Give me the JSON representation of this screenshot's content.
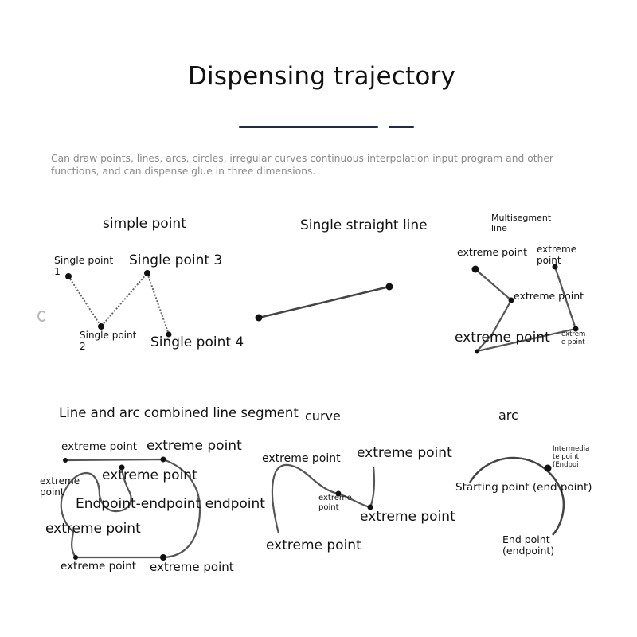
{
  "title": "Dispensing trajectory",
  "description": "Can draw points, lines, arcs, circles, irregular curves continuous interpolation input program and other functions, and can dispense glue in three dimensions.",
  "colors": {
    "accent_dark": "#1d2b4a",
    "text": "#111111",
    "muted_text": "#8a8a8a",
    "stroke": "#555555",
    "point": "#111111"
  },
  "panels": {
    "simple_point": {
      "heading": "simple point",
      "labels": [
        "Single point 1",
        "Single point 3",
        "Single point 2",
        "Single point 4"
      ]
    },
    "straight_line": {
      "heading": "Single straight line"
    },
    "multisegment": {
      "heading": "Multisegment line",
      "labels": [
        "extreme point",
        "extreme point",
        "extreme point",
        "extreme point",
        "extrem e point"
      ]
    },
    "line_arc": {
      "heading": "Line and arc combined line segment",
      "labels": [
        "extreme point",
        "extreme point",
        "extreme point",
        "extreme point",
        "Endpoint-endpoint endpoint",
        "extreme point",
        "extreme point",
        "extreme point"
      ]
    },
    "curve": {
      "heading": "curve",
      "labels": [
        "extreme point",
        "extreme point",
        "extreme point",
        "extreme point",
        "extreme point"
      ]
    },
    "arc": {
      "heading": "arc",
      "labels": [
        "Intermedia te point (Endpoi",
        "Starting point (end point)",
        "End point (endpoint)"
      ]
    }
  }
}
